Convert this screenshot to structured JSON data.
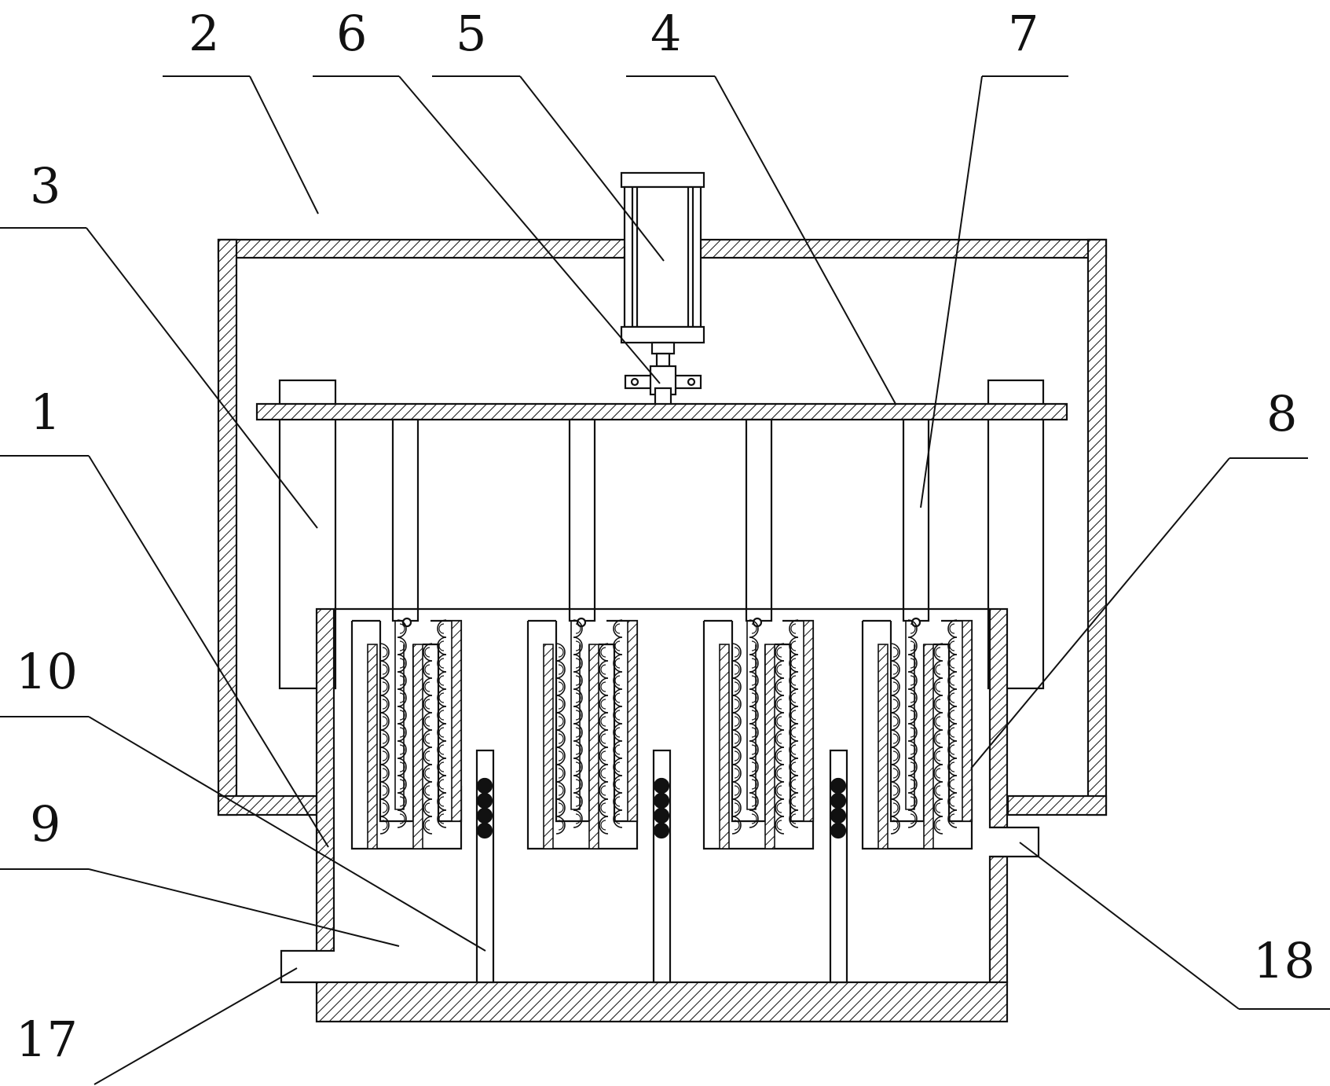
{
  "labels": {
    "l1": "1",
    "l2": "2",
    "l3": "3",
    "l4": "4",
    "l5": "5",
    "l6": "6",
    "l7": "7",
    "l8": "8",
    "l9": "9",
    "l10": "10",
    "l17": "17",
    "l18": "18"
  },
  "colors": {
    "line": "#111111",
    "background": "#ffffff"
  }
}
